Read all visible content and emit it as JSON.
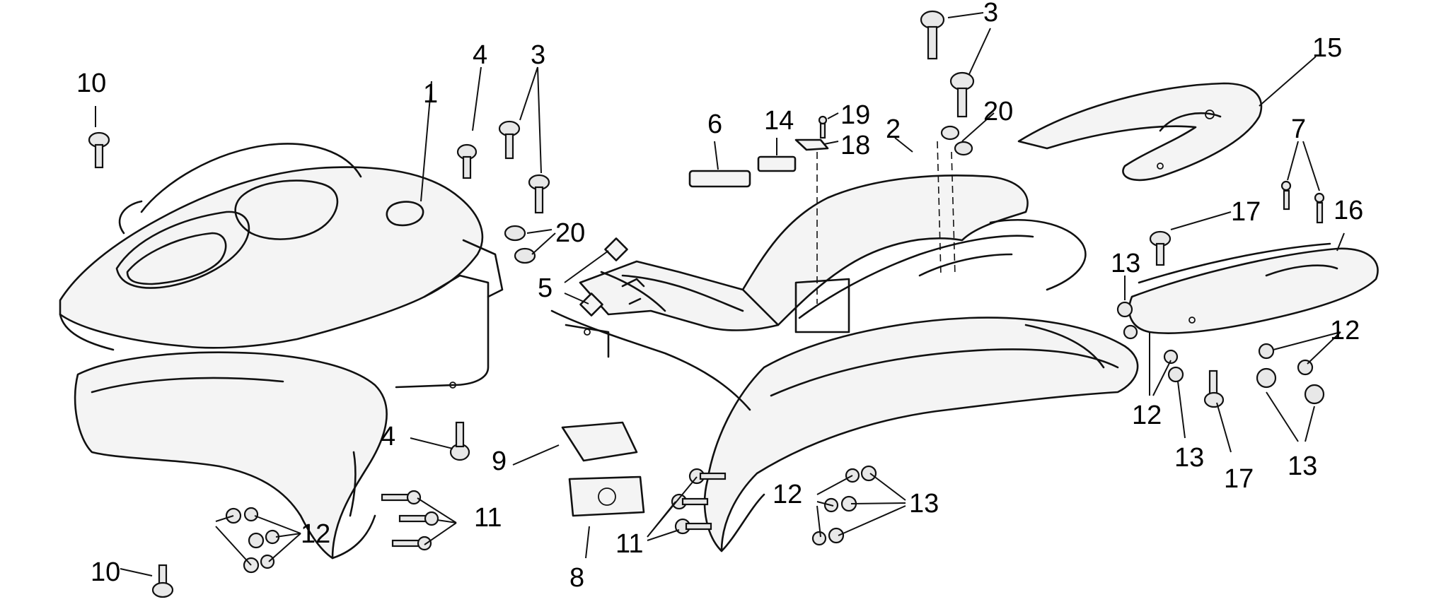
{
  "callouts": [
    "1",
    "2",
    "3",
    "4",
    "5",
    "6",
    "7",
    "8",
    "9",
    "10",
    "11",
    "12",
    "13",
    "14",
    "15",
    "16",
    "17",
    "18",
    "19",
    "20"
  ],
  "colors": {
    "line": "#111111",
    "background": "#ffffff"
  }
}
